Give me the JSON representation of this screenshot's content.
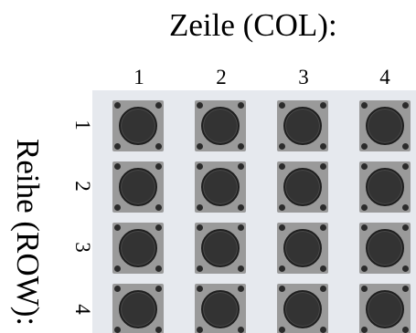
{
  "title_col": "Zeile (COL):",
  "title_row": "Reihe (ROW):",
  "col_labels": [
    "1",
    "2",
    "3",
    "4"
  ],
  "row_labels": [
    "1",
    "2",
    "3",
    "4"
  ],
  "colors": {
    "board": "#e6e9ee",
    "key_body": "#9a9a9a",
    "key_cap": "#333333",
    "key_pin": "#2b2b2b"
  }
}
